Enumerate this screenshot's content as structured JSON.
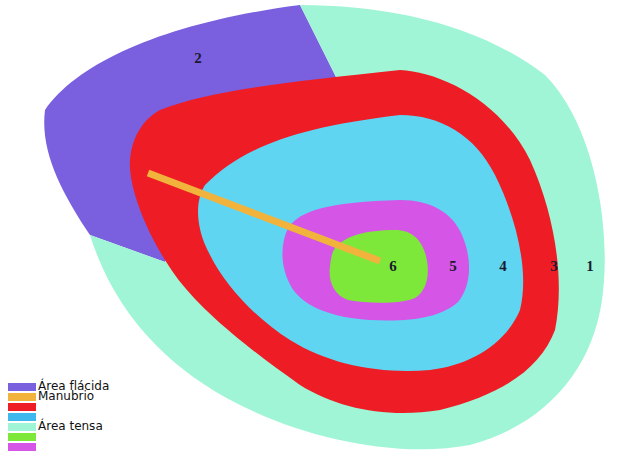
{
  "diagram": {
    "nodes": [
      {
        "text": [
          "2"
        ]
      },
      {
        "text": [
          "1"
        ]
      },
      {
        "text": [
          "3"
        ],
        "in": 1
      },
      {
        "text": [
          "4"
        ],
        "in": 2
      },
      {
        "text": [
          "5"
        ],
        "in": 3
      },
      {
        "text": [
          "6"
        ],
        "in": 4
      }
    ],
    "legend": [
      {
        "text": "Área flácida",
        "color": "#7a5fdf"
      },
      {
        "text": "Manubrio",
        "color": "#f2b33d"
      },
      {
        "color": "#ee1c25"
      },
      {
        "color": "#3fb8ee"
      },
      {
        "text": "Área tensa",
        "color": "#9ff5d5"
      },
      {
        "color": "#7ee83a"
      },
      {
        "color": "#d455e6"
      }
    ]
  }
}
